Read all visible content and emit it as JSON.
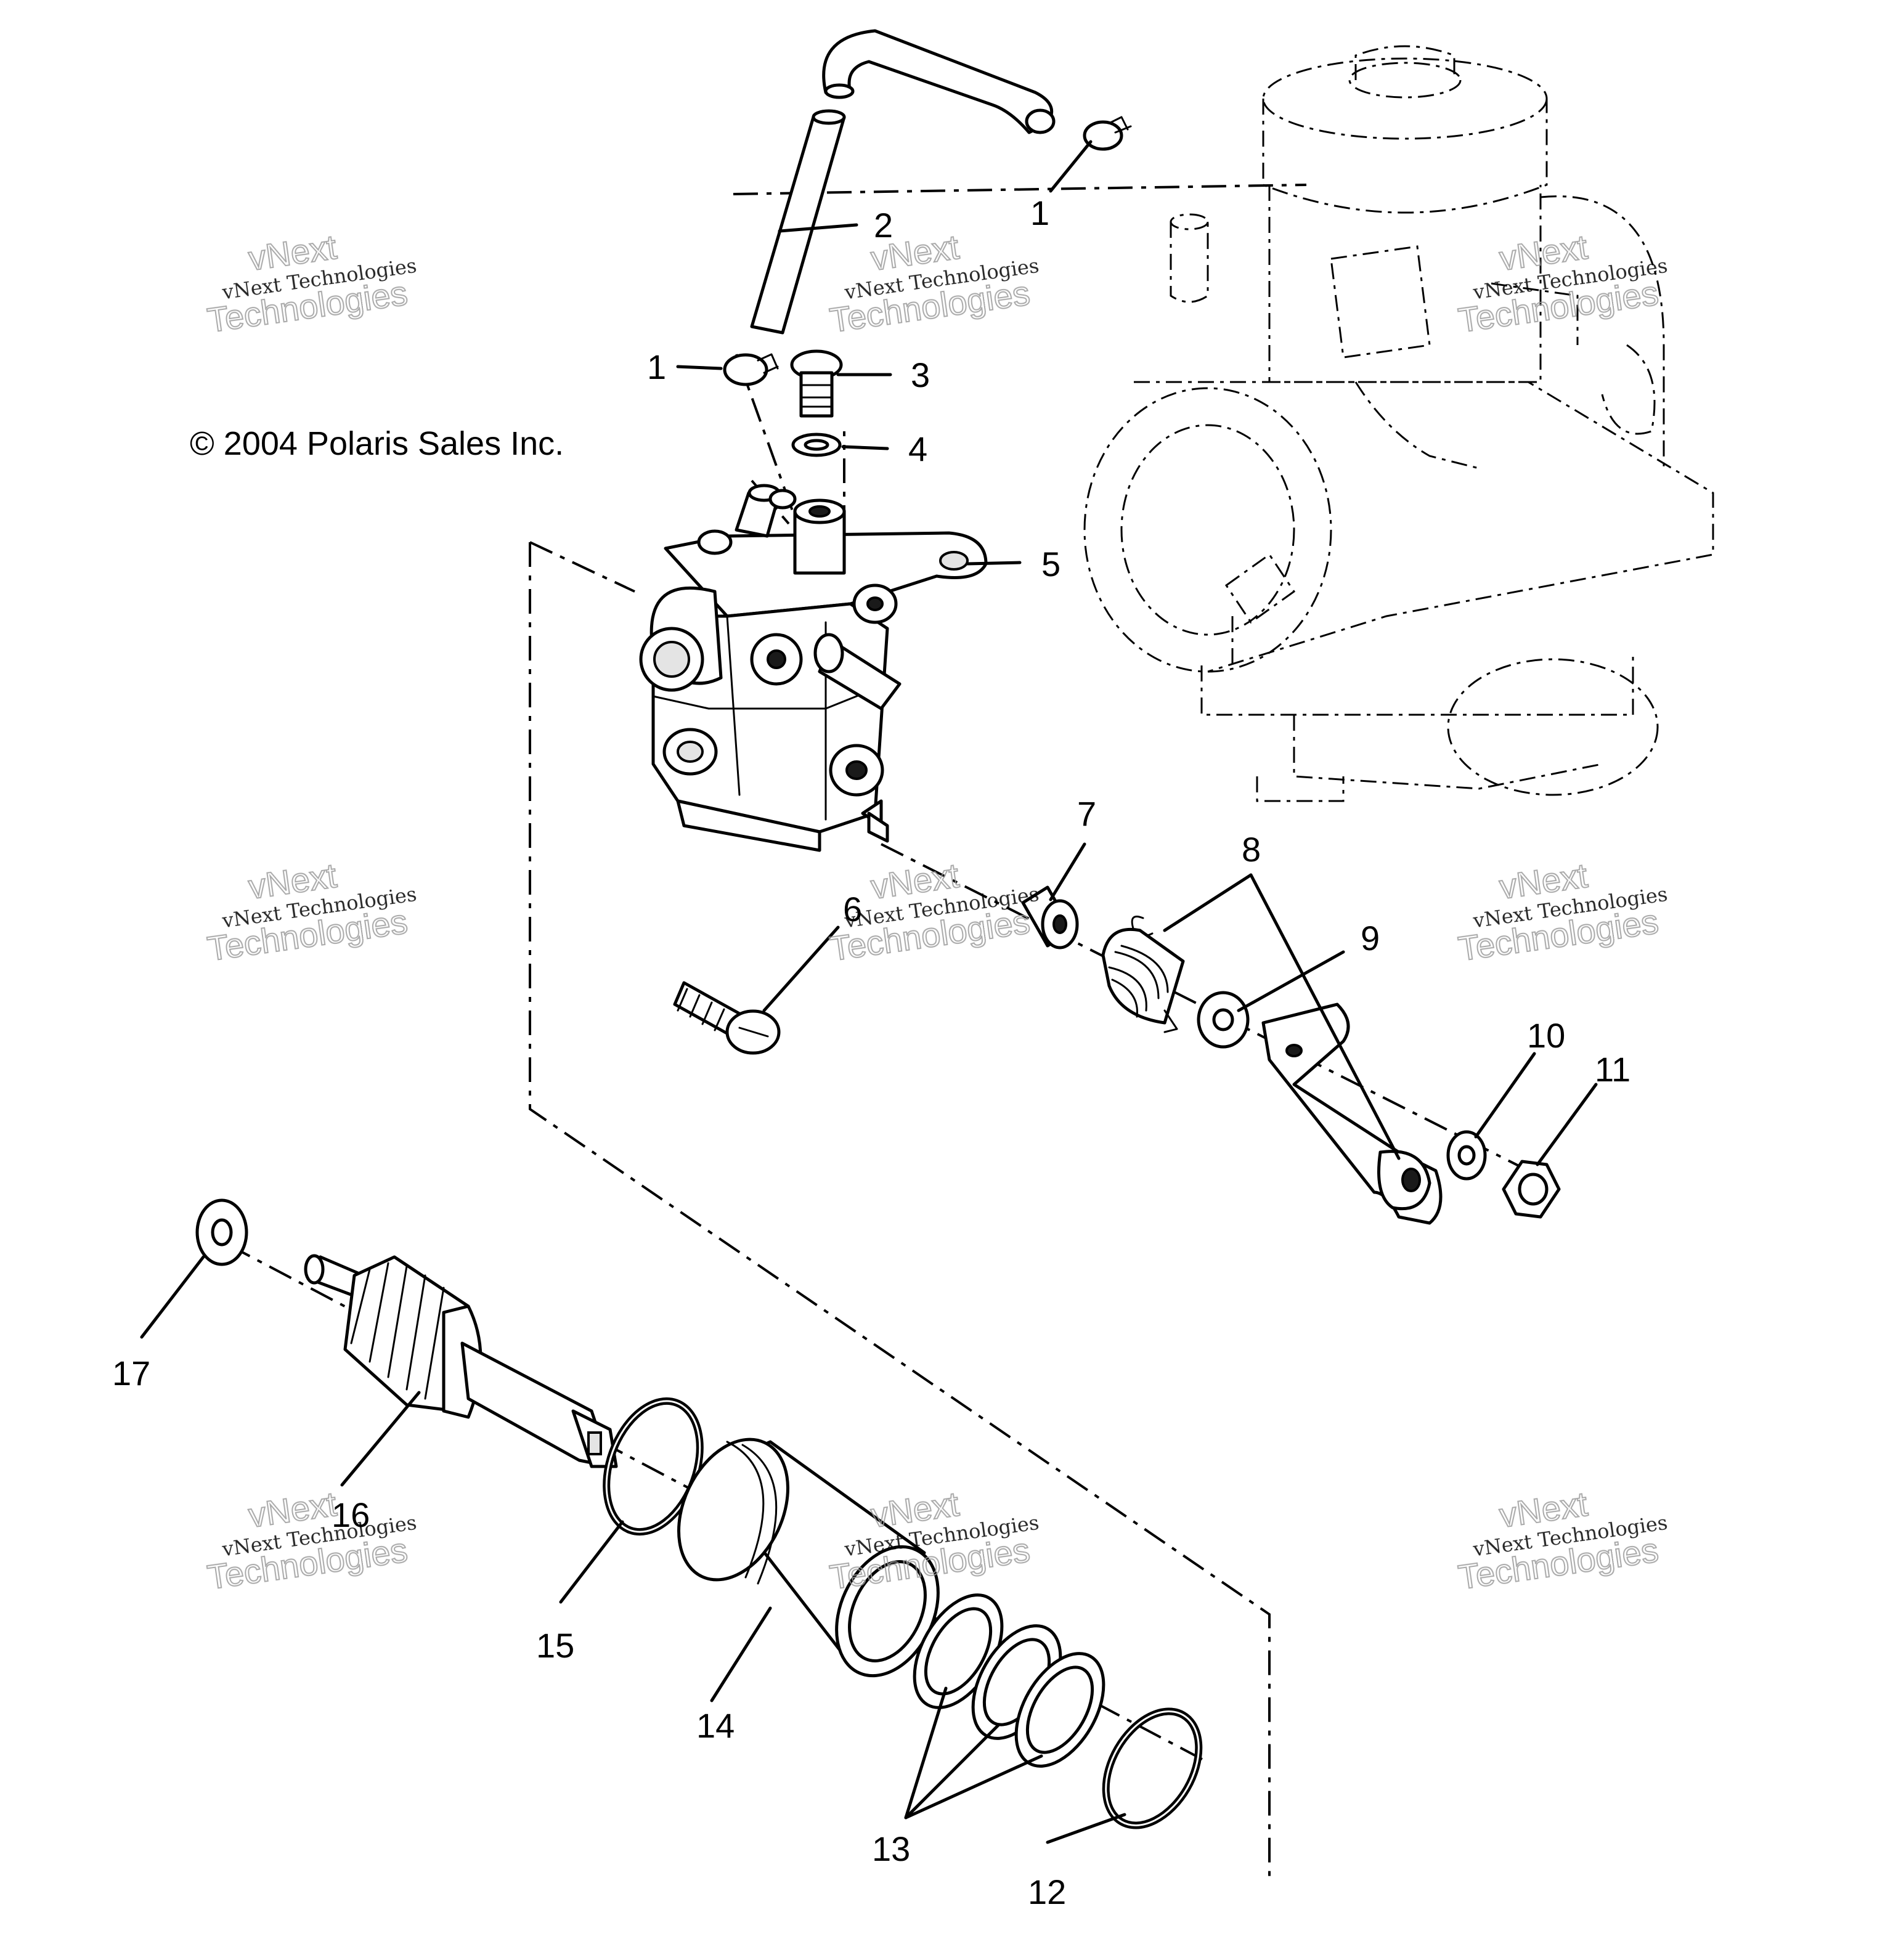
{
  "copyright": "© 2004 Polaris Sales Inc.",
  "watermark": {
    "brand": "vNext",
    "line1": "vNext Technologies",
    "line2": "Technologies"
  },
  "callouts": [
    "1",
    "2",
    "1",
    "3",
    "4",
    "5",
    "6",
    "7",
    "8",
    "9",
    "10",
    "11",
    "12",
    "13",
    "14",
    "15",
    "16",
    "17"
  ]
}
